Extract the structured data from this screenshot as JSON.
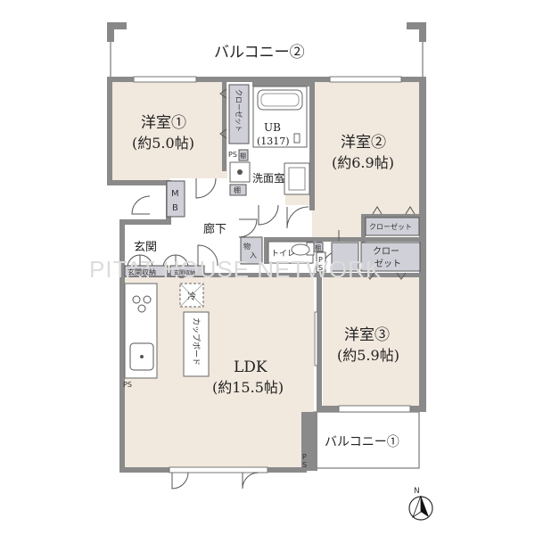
{
  "rooms": {
    "western1": {
      "name": "洋室①",
      "size": "(約5.0帖)"
    },
    "western2": {
      "name": "洋室②",
      "size": "(約6.9帖)"
    },
    "western3": {
      "name": "洋室③",
      "size": "(約5.9帖)"
    },
    "ldk": {
      "name": "LDK",
      "size": "(約15.5帖)"
    },
    "ub": {
      "name": "UB",
      "size": "(1317)"
    },
    "washroom": "洗面室",
    "hallway": "廊下",
    "entrance": "玄関",
    "toilet": "トイレ"
  },
  "balconies": {
    "top": "バルコニー②",
    "bottom": "バルコニー①"
  },
  "storage": {
    "closet1": "クローゼット",
    "closet2": "クローゼット",
    "closet3a": "クロー",
    "closet3b": "ゼット",
    "mb_m": "M",
    "mb_b": "B",
    "genkan_storage": "玄関収納",
    "genkan_storage2": "玄関収納",
    "cupboard": "カップボード",
    "pantry": "物入",
    "fridge": "冷"
  },
  "ps": {
    "label": "PS",
    "vp": "P",
    "vs": "S"
  },
  "shelf": "棚",
  "watermark": "PITAT HOUSE NETWORK",
  "compass": "N"
}
